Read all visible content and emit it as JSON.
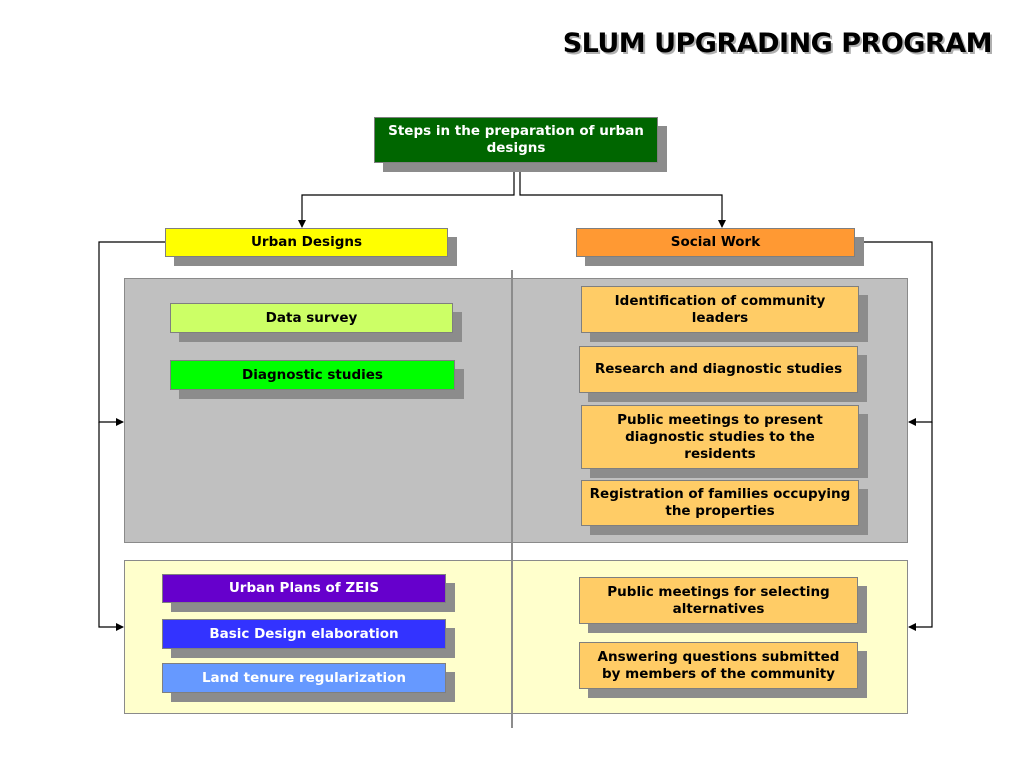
{
  "title": "SLUM UPGRADING PROGRAM",
  "root": "Steps in the preparation of urban designs",
  "urban_designs": {
    "label": "Urban Designs",
    "stage1": [
      "Data survey",
      "Diagnostic studies"
    ],
    "stage2": [
      "Urban Plans of ZEIS",
      "Basic Design elaboration",
      "Land tenure regularization"
    ]
  },
  "social_work": {
    "label": "Social Work",
    "stage1": [
      "Identification of community leaders",
      "Research and diagnostic studies",
      "Public meetings to present diagnostic studies to the residents",
      "Registration of families occupying the properties"
    ],
    "stage2": [
      "Public meetings for selecting alternatives",
      "Answering questions submitted by members of the community"
    ]
  },
  "colors": {
    "root": "#006600",
    "urban_designs": "#ffff00",
    "social_work": "#ff9933",
    "data_survey": "#ccff66",
    "diagnostic_studies": "#00ff00",
    "social_steps": "#ffcc66",
    "urban_plans": "#6600cc",
    "basic_design": "#3333ff",
    "land_tenure": "#6699ff",
    "stage1_panel": "#c0c0c0",
    "stage2_panel": "#ffffcc"
  }
}
